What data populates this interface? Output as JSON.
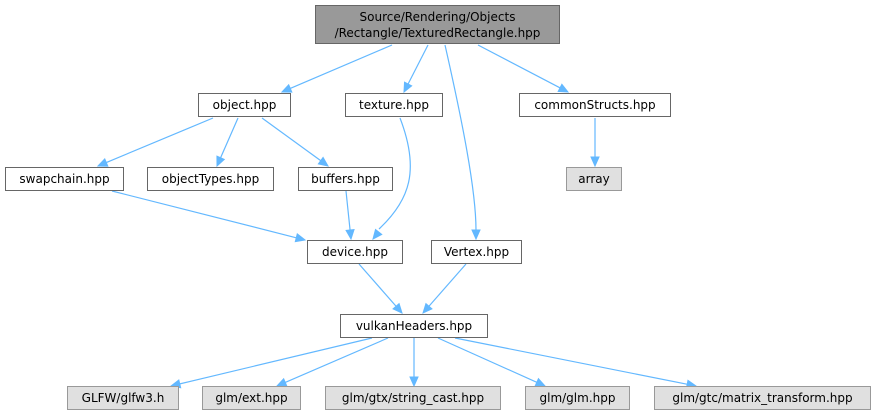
{
  "nodes": {
    "root": {
      "line1": "Source/Rendering/Objects",
      "line2": "/Rectangle/TexturedRectangle.hpp"
    },
    "object": "object.hpp",
    "texture": "texture.hpp",
    "common_structs": "commonStructs.hpp",
    "swapchain": "swapchain.hpp",
    "object_types": "objectTypes.hpp",
    "buffers": "buffers.hpp",
    "array": "array",
    "device": "device.hpp",
    "vertex": "Vertex.hpp",
    "vulkan_headers": "vulkanHeaders.hpp",
    "glfw3": "GLFW/glfw3.h",
    "glm_ext": "glm/ext.hpp",
    "glm_string_cast": "glm/gtx/string_cast.hpp",
    "glm_glm": "glm/glm.hpp",
    "glm_matrix_transform": "glm/gtc/matrix_transform.hpp"
  },
  "edges": [
    [
      "root",
      "object"
    ],
    [
      "root",
      "texture"
    ],
    [
      "root",
      "vertex"
    ],
    [
      "root",
      "common_structs"
    ],
    [
      "object",
      "swapchain"
    ],
    [
      "object",
      "object_types"
    ],
    [
      "object",
      "buffers"
    ],
    [
      "texture",
      "device"
    ],
    [
      "common_structs",
      "array"
    ],
    [
      "swapchain",
      "device"
    ],
    [
      "buffers",
      "device"
    ],
    [
      "device",
      "vulkan_headers"
    ],
    [
      "vertex",
      "vulkan_headers"
    ],
    [
      "vulkan_headers",
      "glfw3"
    ],
    [
      "vulkan_headers",
      "glm_ext"
    ],
    [
      "vulkan_headers",
      "glm_string_cast"
    ],
    [
      "vulkan_headers",
      "glm_glm"
    ],
    [
      "vulkan_headers",
      "glm_matrix_transform"
    ]
  ],
  "colors": {
    "edge": "#63b8ff",
    "root_fill": "#999999",
    "external_fill": "#e0e0e0",
    "border": "#666666"
  }
}
